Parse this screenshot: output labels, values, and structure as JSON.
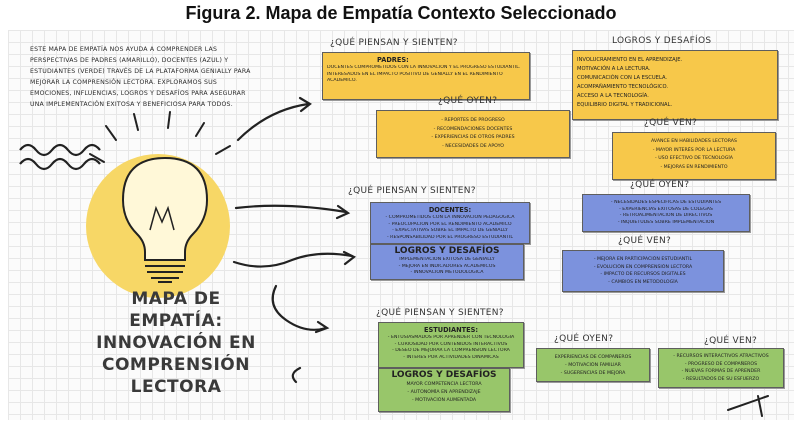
{
  "figure_title": "Figura 2. Mapa de Empatía Contexto Seleccionado",
  "intro_lines": [
    "Este mapa de empatía nos ayuda a comprender las",
    "perspectivas de padres (amarillo), docentes (azul) y",
    "estudiantes (verde) través de la plataforma Genially para",
    "mejorar la comprensión lectora. Exploramos sus",
    "emociones, influencias, logros y desafíos para asegurar",
    "una implementación exitosa y beneficiosa para todos."
  ],
  "main_title_lines": [
    "MAPA DE EMPATÍA:",
    "INNOVACIÓN EN",
    "COMPRENSIÓN",
    "LECTORA"
  ],
  "colors": {
    "parents": "#f7c84a",
    "teachers": "#7c92dd",
    "students": "#98c66a",
    "bulb": "#f7d766"
  },
  "parents": {
    "piensan_heading": "¿Qué piensan y sienten?",
    "piensan_title": "Padres:",
    "piensan_items": [
      "Docentes comprometidos con la innovación y el progreso estudiantil.",
      "Interesados en el impacto positivo de Genially en el rendimiento",
      "académico."
    ],
    "logros_heading": "Logros y desafíos",
    "logros_items": [
      "Involucramiento en el aprendizaje.",
      "Motivación a la lectura.",
      "Comunicación con la escuela.",
      "Acompañamiento tecnológico.",
      "Acceso a la tecnología.",
      "Equilibrio digital y tradicional."
    ],
    "oyen_heading": "¿Qué oyen?",
    "oyen_items": [
      "- Reportes de progreso",
      "- Recomendaciones docentes",
      "- Experiencias de otros padres",
      "- Necesidades de apoyo"
    ],
    "ven_heading": "¿Qué ven?",
    "ven_items": [
      "Avance en habilidades lectoras",
      "- Mayor interés por la lectura",
      "- Uso efectivo de tecnología",
      "- Mejoras en rendimiento"
    ]
  },
  "teachers": {
    "piensan_heading": "¿Qué piensan y sienten?",
    "piensan_title": "Docentes:",
    "piensan_items": [
      "- Comprometidos con la innovación pedagógica",
      "- Preocupación por el rendimiento académico",
      "- Expectativas sobre el impacto de Genially",
      "- Responsabilidad por el progreso estudiantil"
    ],
    "oyen_heading": "¿Qué oyen?",
    "oyen_items": [
      "- Necesidades específicas de estudiantes",
      "- Experiencias exitosas de colegas",
      "- Retroalimentación de directivos",
      "- Inquietudes sobre implementación"
    ],
    "logros_heading": "Logros y desafíos",
    "logros_items": [
      "Implementación exitosa de Genially",
      "- Mejora en indicadores académicos",
      "- Innovación metodológica"
    ],
    "ven_heading": "¿Qué ven?",
    "ven_items": [
      "- Mejora en participación estudiantil",
      "- Evolución en comprensión lectora",
      "- Impacto de recursos digitales",
      "- Cambios en metodología"
    ]
  },
  "students": {
    "piensan_heading": "¿Qué piensan y sienten?",
    "piensan_title": "Estudiantes:",
    "piensan_items": [
      "- Entusiasmados por aprender con tecnología",
      "- Curiosidad por contenidos interactivos",
      "- Deseo de mejorar la comprensión lectora",
      "- Interés por actividades dinámicas"
    ],
    "oyen_heading": "¿Qué oyen?",
    "oyen_items": [
      "Experiencias de compañeros",
      "- Motivación familiar",
      "- Sugerencias de mejora"
    ],
    "ven_heading": "¿Qué ven?",
    "ven_items": [
      "- Recursos interactivos atractivos",
      "- Progreso de compañeros",
      "- Nuevas formas de aprender",
      "- Resultados de su esfuerzo"
    ],
    "logros_heading": "Logros y desafíos",
    "logros_items": [
      "Mayor competencia lectora",
      "- Autonomía en aprendizaje",
      "- Motivación aumentada"
    ]
  }
}
